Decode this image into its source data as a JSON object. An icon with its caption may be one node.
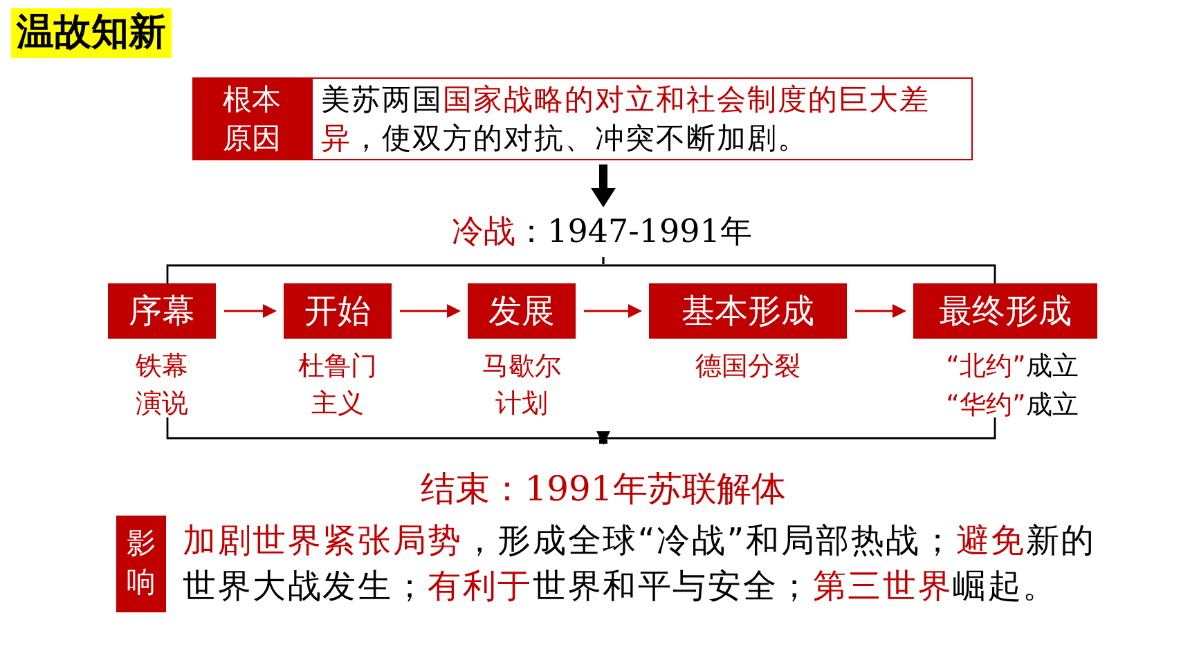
{
  "diagram": {
    "title": "温故知新",
    "nodes": [
      {
        "text": [
          "根本原因"
        ]
      },
      {
        "text": [
          "美苏两国",
          "国家战略的对立和社会制度的巨大差异",
          "，使双方的对抗、冲突不断加剧。"
        ]
      },
      {
        "text": [
          "冷战",
          "：1947-1991年"
        ]
      },
      {
        "text": [],
        "shape": "bracket"
      },
      {
        "text": [
          "序幕"
        ],
        "beside": [
          "铁幕演说"
        ]
      },
      {
        "text": [
          "开始"
        ],
        "beside": [
          "杜鲁门主义"
        ]
      },
      {
        "text": [
          "发展"
        ],
        "beside": [
          "马歇尔计划"
        ]
      },
      {
        "text": [
          "基本形成"
        ],
        "beside": [
          "德国分裂"
        ]
      },
      {
        "text": [
          "最终形成"
        ],
        "beside": [
          "“北约”",
          "成立",
          "“华约”",
          "成立"
        ]
      },
      {
        "text": [],
        "shape": "bracket"
      },
      {
        "text": [
          "结束：1991年苏联解体"
        ]
      },
      {
        "text": [
          "影响"
        ]
      },
      {
        "text": [
          "加剧世界紧张局势",
          "，形成全球“冷战”和局部热战；",
          "避免",
          "新的世界大战发生；",
          "有利于",
          "世界和平与安全；",
          "第三世界",
          "崛起。"
        ]
      }
    ],
    "edges": [
      {
        "from": 1,
        "to": 2,
        "arrow": "to",
        "style": "thick",
        "color": "#000000"
      },
      {
        "from": 2,
        "to": 3,
        "arrow": "none",
        "color": "#000000"
      },
      {
        "from": 4,
        "to": 5,
        "arrow": "to"
      },
      {
        "from": 5,
        "to": 6,
        "arrow": "to"
      },
      {
        "from": 6,
        "to": 7,
        "arrow": "to"
      },
      {
        "from": 7,
        "to": 8,
        "arrow": "to"
      },
      {
        "from": 9,
        "to": 10,
        "arrow": "to",
        "style": "thick",
        "color": "#000000"
      }
    ]
  }
}
